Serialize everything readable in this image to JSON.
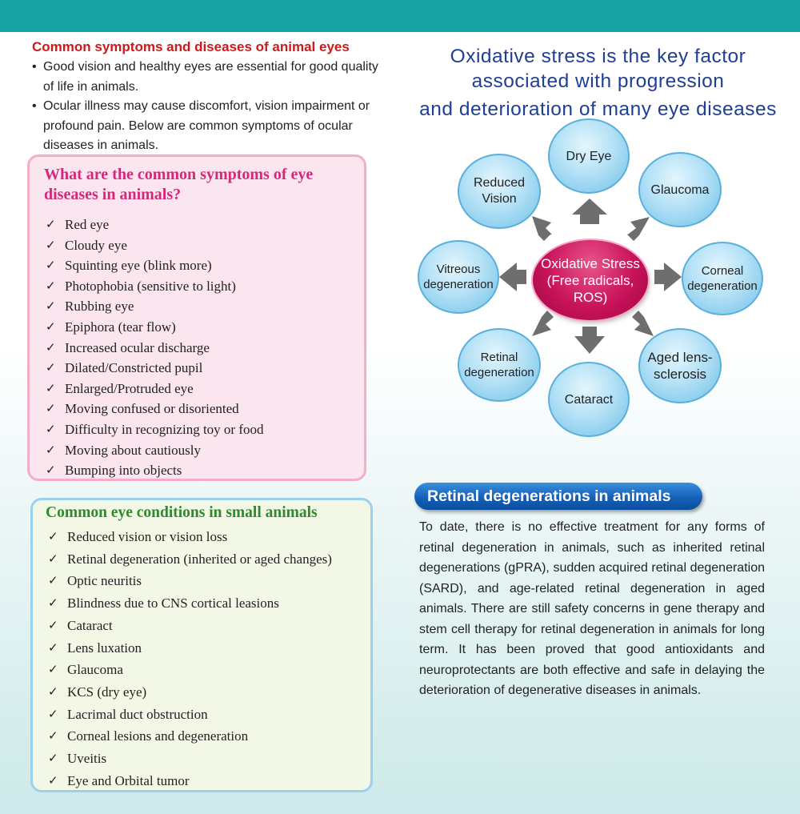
{
  "intro": {
    "heading": "Common symptoms and diseases of animal eyes",
    "bullets": [
      "Good vision and healthy eyes are essential for good quality of life in animals.",
      "Ocular illness may cause discomfort, vision impairment or profound pain. Below are common symptoms of ocular diseases in animals."
    ]
  },
  "symptoms_box": {
    "title": "What are the common symptoms of eye diseases in animals?",
    "items": [
      "Red eye",
      "Cloudy eye",
      "Squinting eye (blink more)",
      "Photophobia (sensitive to light)",
      "Rubbing eye",
      "Epiphora (tear flow)",
      "Increased ocular discharge",
      "Dilated/Constricted pupil",
      "Enlarged/Protruded eye",
      "Moving confused or disoriented",
      "Difficulty in recognizing toy or food",
      "Moving about cautiously",
      "Bumping into objects"
    ]
  },
  "conditions_box": {
    "title": "Common eye conditions in small animals",
    "items": [
      "Reduced vision or vision loss",
      "Retinal degeneration (inherited or aged changes)",
      "Optic neuritis",
      "Blindness due to CNS cortical leasions",
      "Cataract",
      "Lens luxation",
      "Glaucoma",
      "KCS (dry eye)",
      "Lacrimal duct obstruction",
      "Corneal lesions and degeneration",
      "Uveitis",
      "Eye and Orbital tumor"
    ]
  },
  "diagram": {
    "title_lines": [
      "Oxidative stress is the key factor",
      "associated with progression",
      "and deterioration of many eye diseases"
    ],
    "center_lines": [
      "Oxidative Stress",
      "(Free radicals,",
      "ROS)"
    ],
    "nodes": {
      "dry_eye": [
        "Dry Eye"
      ],
      "glaucoma": [
        "Glaucoma"
      ],
      "corneal": [
        "Corneal",
        "degeneration"
      ],
      "aged_lens": [
        "Aged lens-",
        "sclerosis"
      ],
      "cataract": [
        "Cataract"
      ],
      "retinal": [
        "Retinal",
        "degeneration"
      ],
      "vitreous": [
        "Vitreous",
        "degeneration"
      ],
      "reduced_vision": [
        "Reduced",
        "Vision"
      ]
    },
    "colors": {
      "center": "#c8125a",
      "bubble": "#8ecfee",
      "arrow": "#6e6e6e",
      "title": "#1f3f95"
    }
  },
  "retinal_section": {
    "heading": "Retinal degenerations in animals",
    "body": "To date, there is no effective treatment for any forms of retinal degeneration in animals, such as inherited retinal degenerations (gPRA), sudden acquired retinal degeneration (SARD), and age-related retinal degeneration in aged animals. There are still safety concerns in gene therapy and stem cell therapy for retinal degeneration in animals for long term. It has been proved that good antioxidants and neuroprotectants are both effective and safe in delaying the deterioration of degenerative diseases in animals."
  }
}
